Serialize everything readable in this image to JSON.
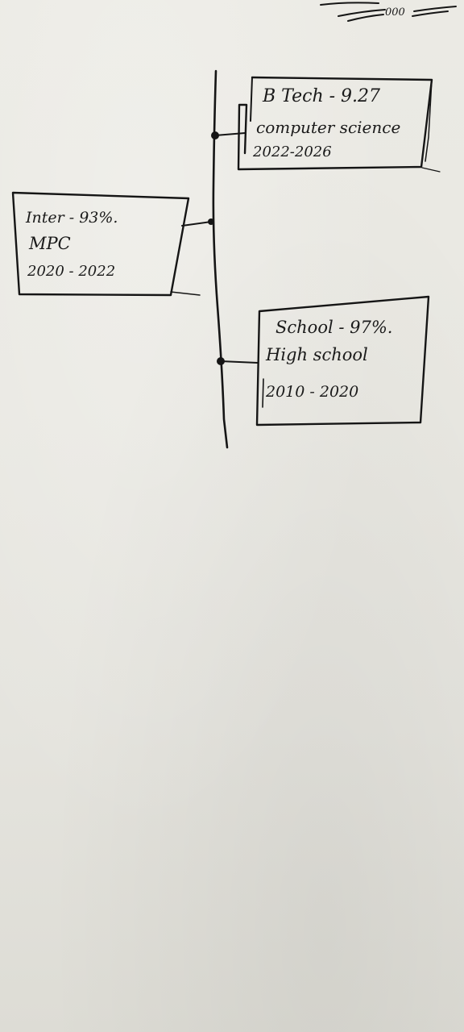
{
  "top_scribble": "000",
  "timeline": [
    {
      "side": "right",
      "lines": [
        "B Tech - 9.27",
        "computer science",
        "2022-2026"
      ]
    },
    {
      "side": "left",
      "lines": [
        "Inter - 93%.",
        "MPC",
        "2020 - 2022"
      ]
    },
    {
      "side": "right",
      "lines": [
        "School - 97%.",
        "High school",
        "2010 - 2020"
      ]
    }
  ]
}
